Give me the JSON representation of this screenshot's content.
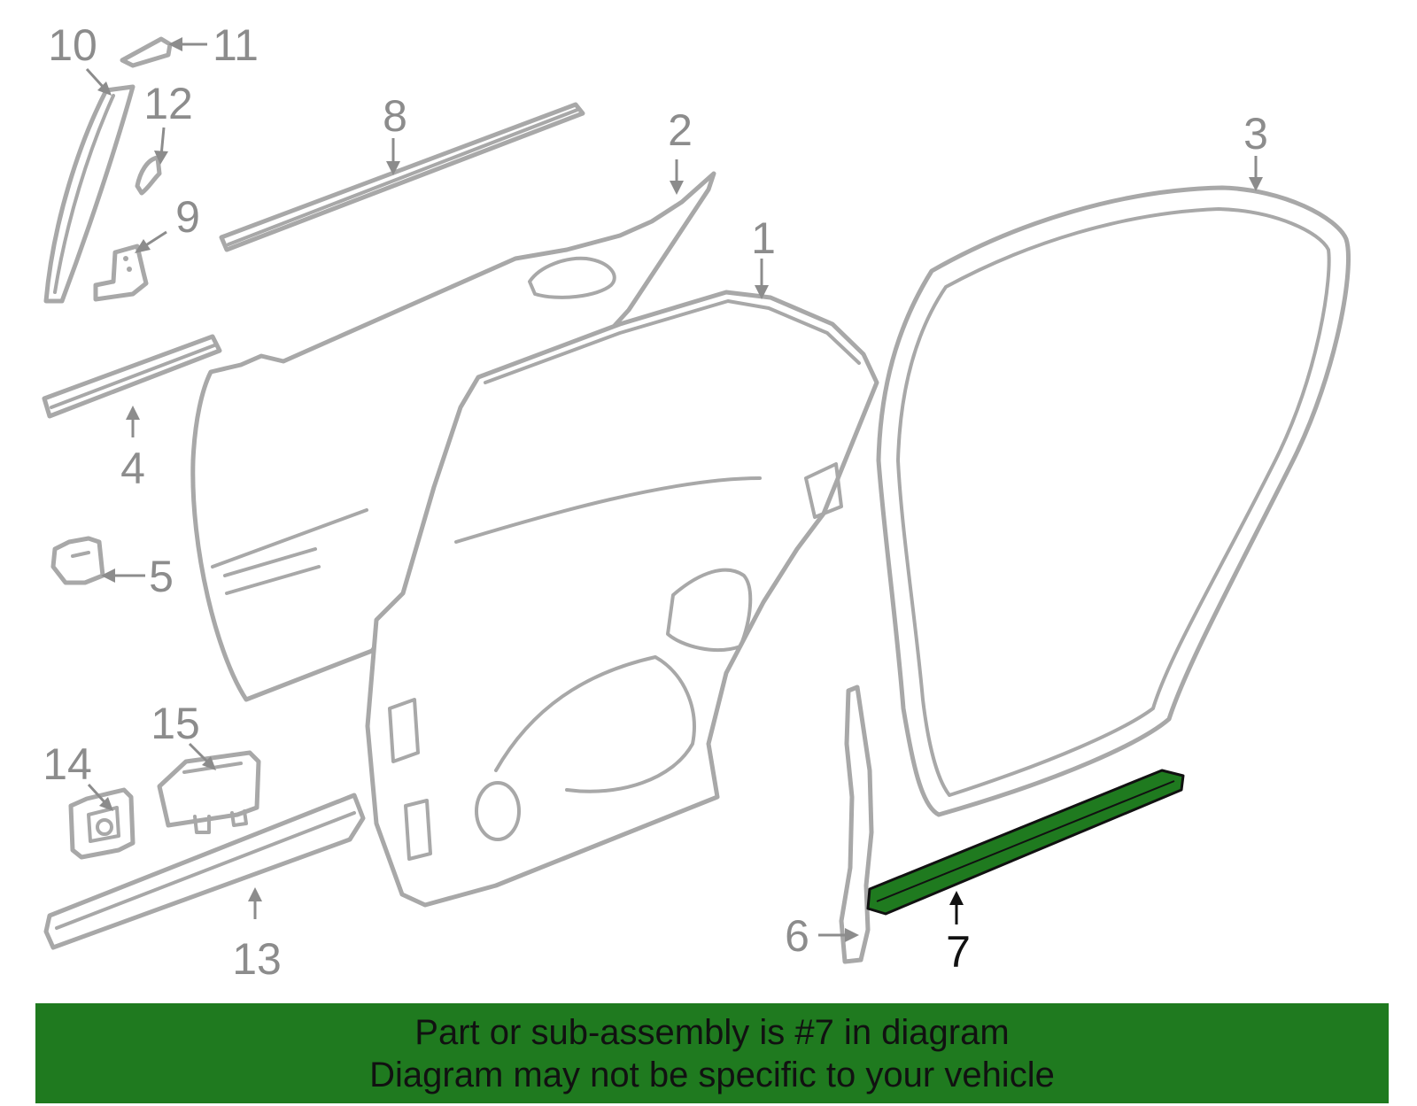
{
  "callouts": [
    {
      "id": "1",
      "label": "1"
    },
    {
      "id": "2",
      "label": "2"
    },
    {
      "id": "3",
      "label": "3"
    },
    {
      "id": "4",
      "label": "4"
    },
    {
      "id": "5",
      "label": "5"
    },
    {
      "id": "6",
      "label": "6"
    },
    {
      "id": "7",
      "label": "7"
    },
    {
      "id": "8",
      "label": "8"
    },
    {
      "id": "9",
      "label": "9"
    },
    {
      "id": "10",
      "label": "10"
    },
    {
      "id": "11",
      "label": "11"
    },
    {
      "id": "12",
      "label": "12"
    },
    {
      "id": "13",
      "label": "13"
    },
    {
      "id": "14",
      "label": "14"
    },
    {
      "id": "15",
      "label": "15"
    }
  ],
  "highlighted_part": "7",
  "colors": {
    "highlight": "#1f7a1f",
    "outline": "#a8a8a8",
    "callout_text": "#8c8c8c",
    "banner_background": "#1f7a1f"
  },
  "banner": {
    "line1": "Part or sub-assembly is #7 in diagram",
    "line2": "Diagram may not be specific to your vehicle"
  }
}
